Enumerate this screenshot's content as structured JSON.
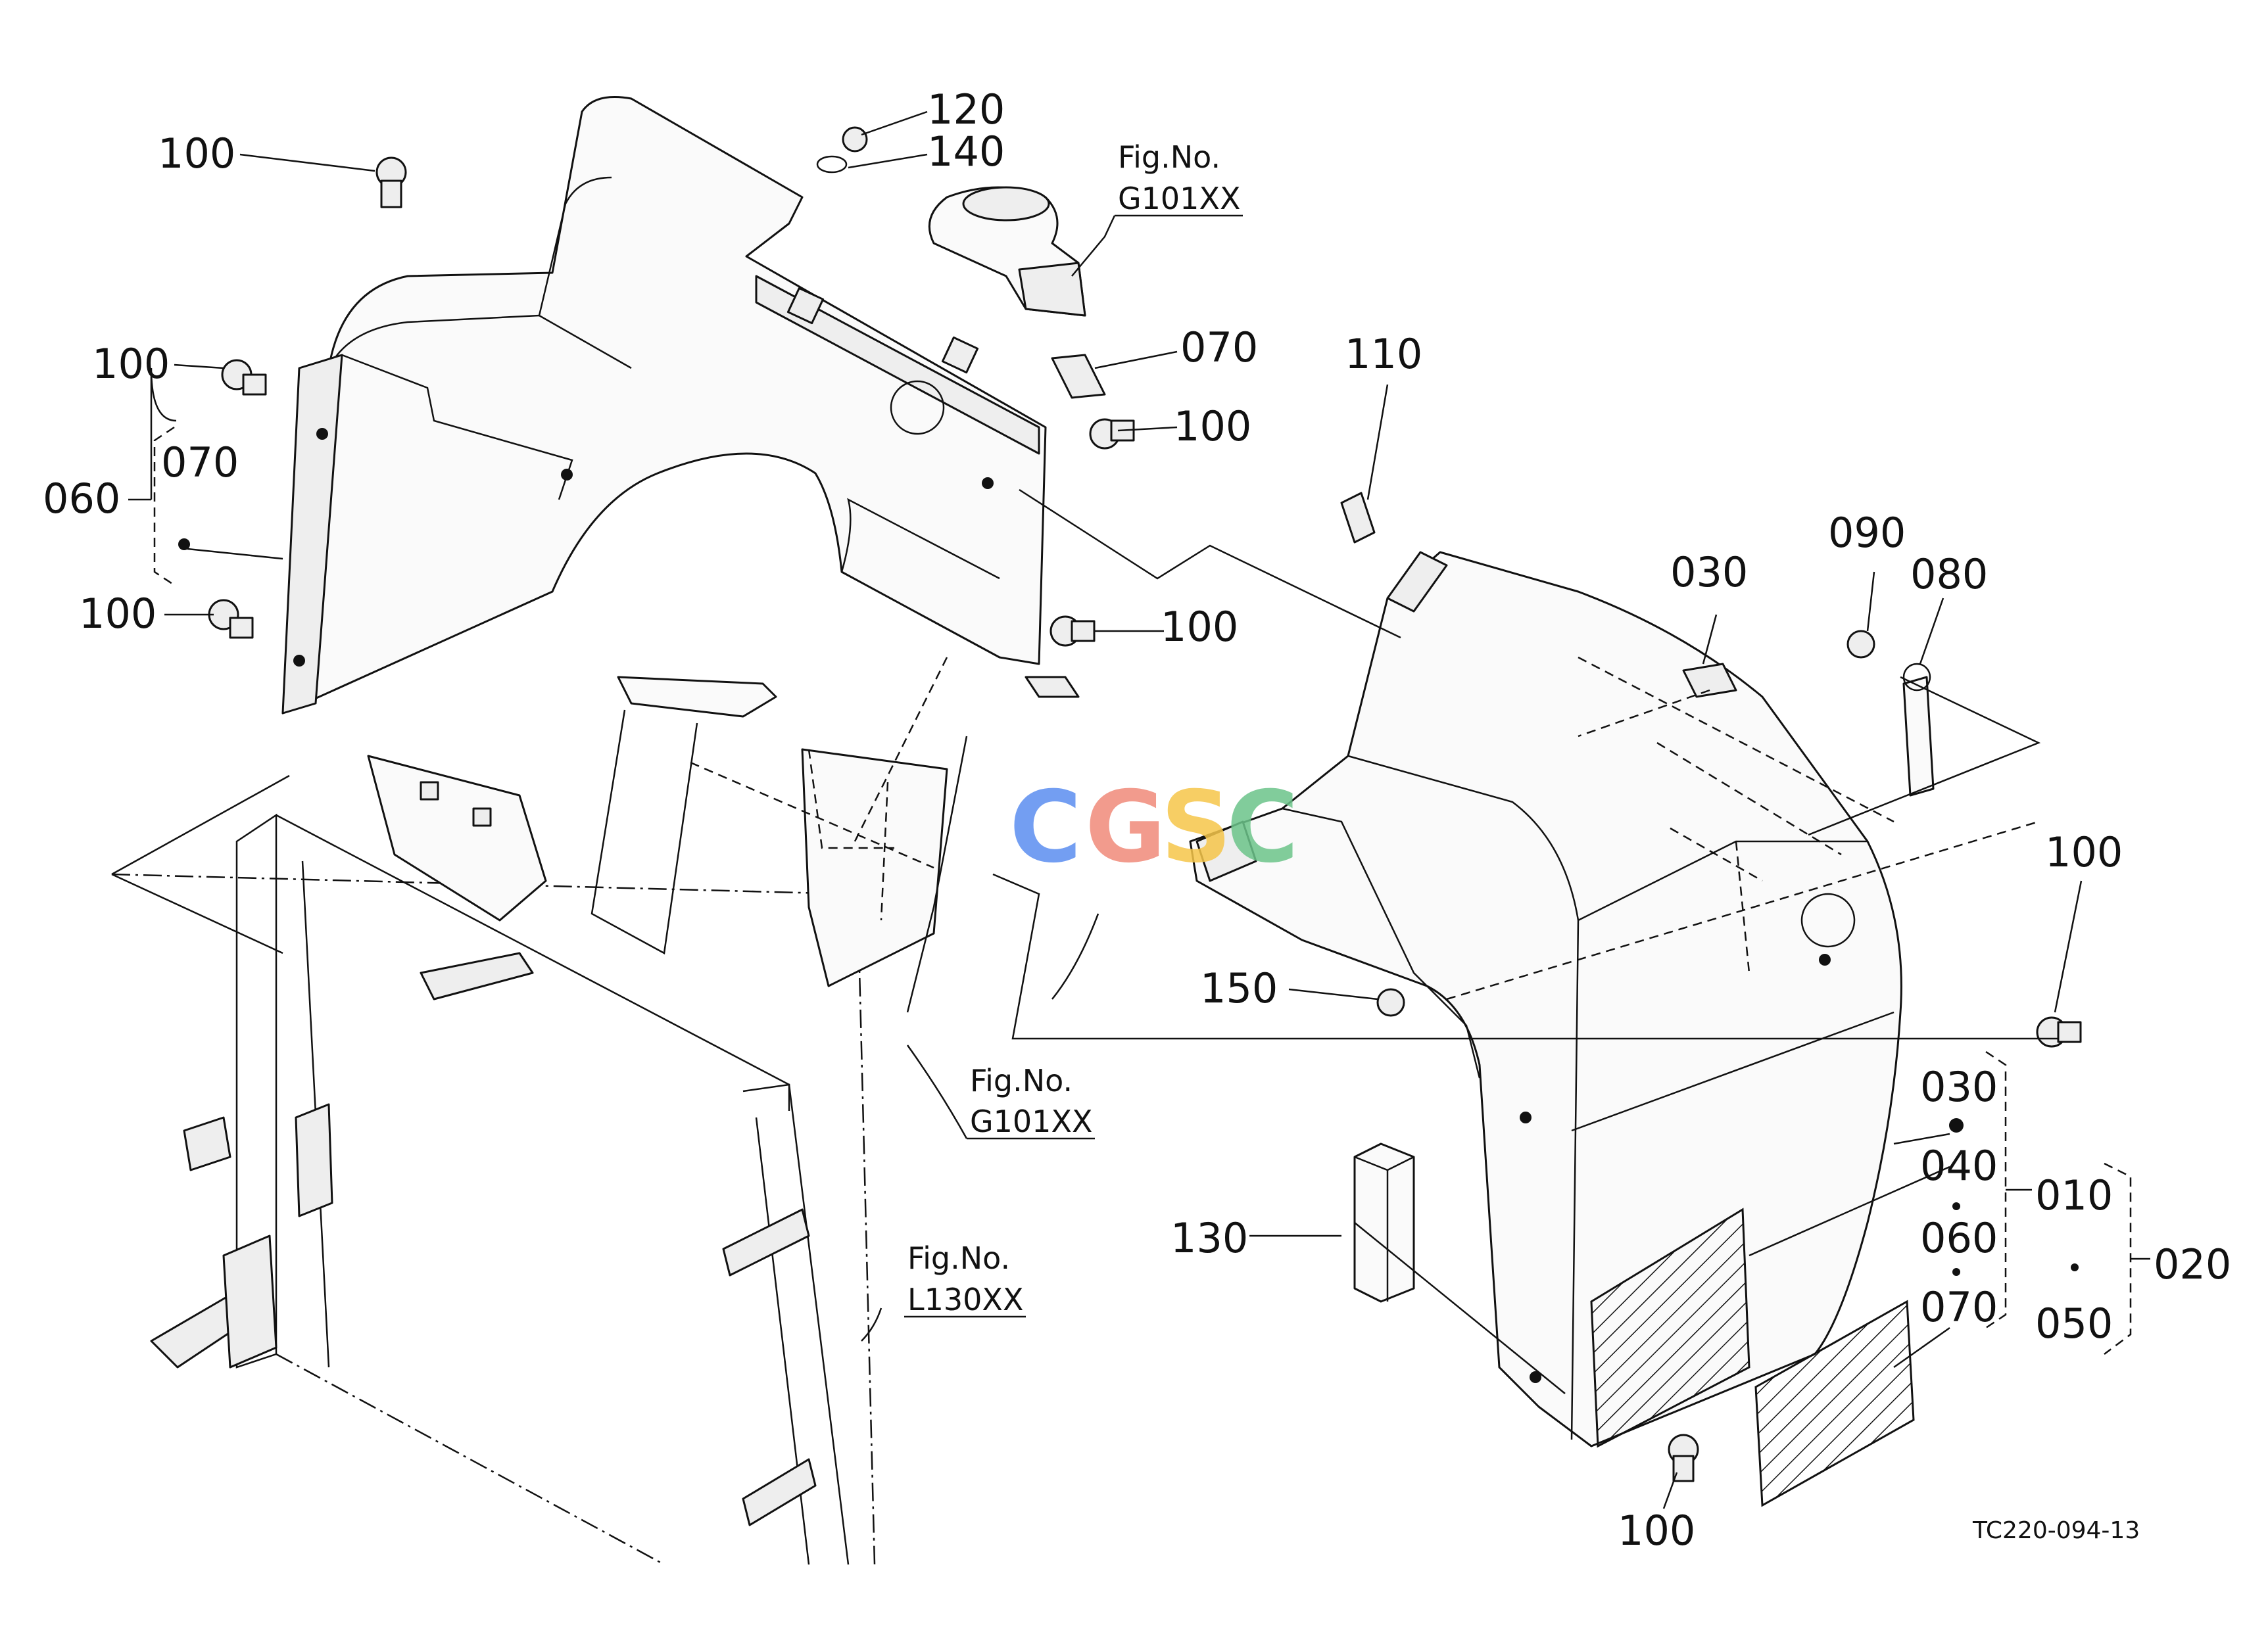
{
  "callouts": {
    "c100_a": "100",
    "c120": "120",
    "c140": "140",
    "c100_b": "100",
    "c070_a": "070",
    "c060": "060",
    "c100_c": "100",
    "c070_b": "070",
    "c100_d": "100",
    "c100_e": "100",
    "c110": "110",
    "c030_a": "030",
    "c090": "090",
    "c080": "080",
    "c100_f": "100",
    "c150": "150",
    "c030_b": "030",
    "c040": "040",
    "c060_b": "060",
    "c070_c": "070",
    "c010": "010",
    "c020": "020",
    "c050": "050",
    "c130": "130",
    "c100_g": "100"
  },
  "figure_refs": {
    "ref1": {
      "label": "Fig.No.",
      "code": "G101XX"
    },
    "ref2": {
      "label": "Fig.No.",
      "code": "G101XX"
    },
    "ref3": {
      "label": "Fig.No.",
      "code": "L130XX"
    }
  },
  "drawing_code": "TC220-094-13",
  "watermark": {
    "letters": [
      "C",
      "G",
      "S",
      "C"
    ],
    "colors": [
      "#5b8ef0",
      "#f08a7a",
      "#f6c64a",
      "#6cc48a"
    ]
  }
}
